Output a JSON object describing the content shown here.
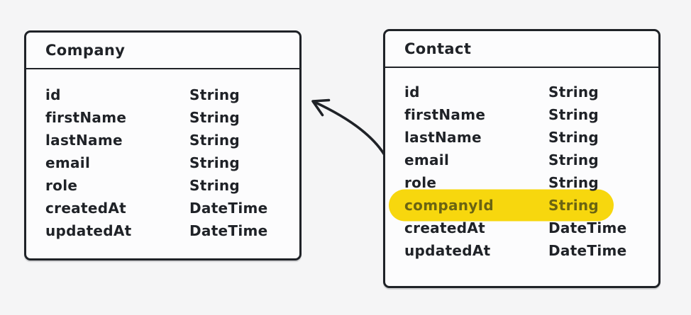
{
  "diagram": {
    "background_color": "#f5f5f6",
    "box_fill_color": "#fcfcfd",
    "stroke_color": "#1f2227",
    "highlight_fill_color": "#f7d70e",
    "highlight_text_color": "#6b6412",
    "entities": [
      {
        "name": "Company",
        "fields": [
          {
            "name": "id",
            "type": "String"
          },
          {
            "name": "firstName",
            "type": "String"
          },
          {
            "name": "lastName",
            "type": "String"
          },
          {
            "name": "email",
            "type": "String"
          },
          {
            "name": "role",
            "type": "String"
          },
          {
            "name": "createdAt",
            "type": "DateTime"
          },
          {
            "name": "updatedAt",
            "type": "DateTime"
          }
        ]
      },
      {
        "name": "Contact",
        "fields": [
          {
            "name": "id",
            "type": "String"
          },
          {
            "name": "firstName",
            "type": "String"
          },
          {
            "name": "lastName",
            "type": "String"
          },
          {
            "name": "email",
            "type": "String"
          },
          {
            "name": "role",
            "type": "String"
          },
          {
            "name": "companyId",
            "type": "String",
            "highlighted": true
          },
          {
            "name": "createdAt",
            "type": "DateTime"
          },
          {
            "name": "updatedAt",
            "type": "DateTime"
          }
        ]
      }
    ],
    "relation": {
      "from_entity": "Contact",
      "from_field": "companyId",
      "to_entity": "Company"
    }
  }
}
